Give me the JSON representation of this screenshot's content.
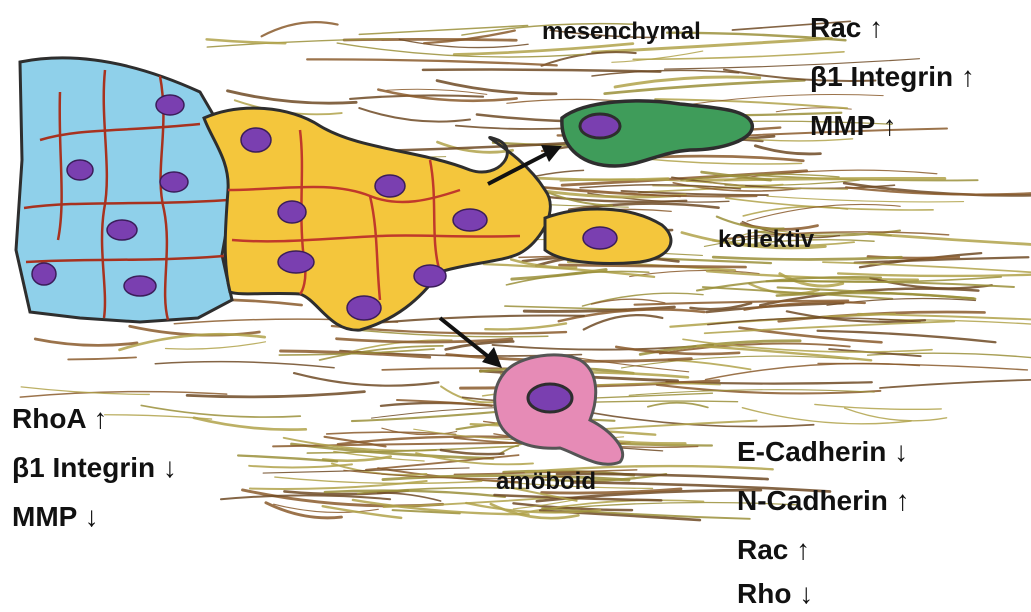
{
  "migration_types": {
    "mesenchymal": "mesenchymal",
    "kollektiv": "kollektiv",
    "amoeboid": "amöboid"
  },
  "markers_mesenchymal": {
    "line1": "Rac ↑",
    "line2": "β1 Integrin ↑",
    "line3": "MMP ↑"
  },
  "markers_amoeboid": {
    "line1": "RhoA ↑",
    "line2": "β1 Integrin ↓",
    "line3": "MMP ↓"
  },
  "markers_collective": {
    "line1": "E-Cadherin ↓",
    "line2": "N-Cadherin ↑",
    "line3": "Rac ↑",
    "line4": "Rho ↓"
  },
  "colors": {
    "epithelial_cells": "#7ec8e3",
    "transitioning_cells": "#f2c230",
    "mesenchymal_cell": "#3f9c5a",
    "amoeboid_cell": "#e68bb6",
    "nucleus": "#7a3fb0",
    "cell_junctions": "#c0392b",
    "fibers_brown": "#8a5a2b",
    "fibers_olive": "#9a8f3a"
  }
}
